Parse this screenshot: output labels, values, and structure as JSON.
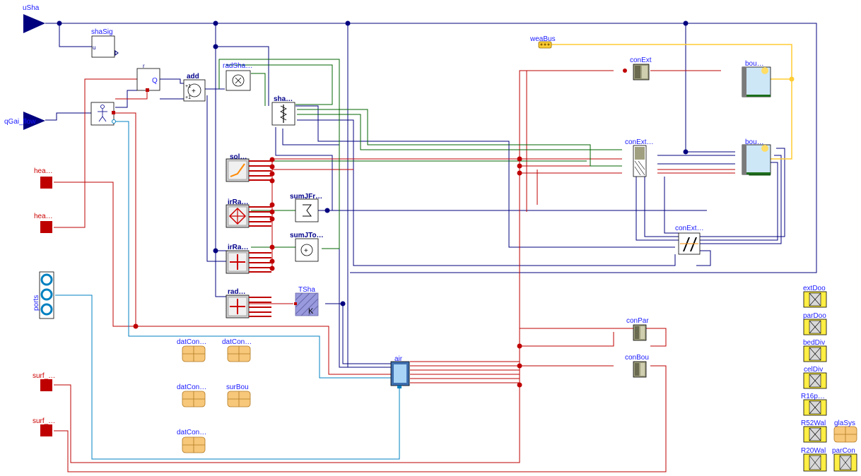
{
  "inputs": {
    "uSha": "uSha",
    "qGai_flow": "qGai_flow"
  },
  "ports": {
    "hea1": "hea…",
    "hea2": "hea…",
    "surf1": "surf_…",
    "surf2": "surf_…",
    "ports": "ports"
  },
  "blocks": {
    "shaSig": "shaSig",
    "shaSig_u": "u",
    "r": "r",
    "r_Q": "Q",
    "add": "add",
    "radSha": "radSha…",
    "sha": "sha…",
    "sol": "sol…",
    "irRa1": "irRa…",
    "irRa2": "irRa…",
    "rad": "rad…",
    "sumJFr": "sumJFr…",
    "sumJTo": "sumJTo…",
    "TSha": "TSha",
    "TSha_unit": "K",
    "air": "air",
    "weaBus": "weaBus",
    "conExt": "conExt",
    "conExtWin": "conExt…",
    "conExtWinRad": "conExt…",
    "bou1": "bou…",
    "bou2": "bou…",
    "conPar": "conPar",
    "conBou": "conBou",
    "datCon1": "datCon…",
    "datCon2": "datCon…",
    "datCon3": "datCon…",
    "datCon4": "datCon…",
    "surBou": "surBou"
  },
  "records": {
    "extDoo": "extDoo",
    "parDoo": "parDoo",
    "bedDiv": "bedDiv",
    "celDiv": "celDiv",
    "R16p": "R16p…",
    "R52Wal": "R52Wal",
    "glaSys": "glaSys",
    "R20Wal": "R20Wal",
    "parCon": "parCon"
  },
  "colors": {
    "signal": "#00007f",
    "heat": "#bf0000",
    "fluid": "#0080c0",
    "weather": "#ffcc33",
    "radiation": "#006400",
    "label": "#1a1aff"
  }
}
